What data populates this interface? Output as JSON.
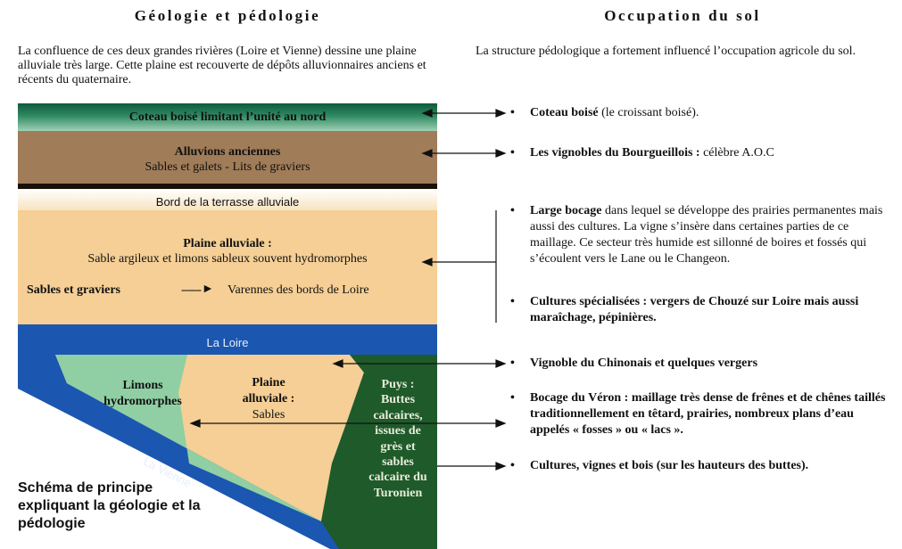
{
  "left": {
    "title": "Géologie et pédologie",
    "intro": "La confluence de ces deux grandes rivières (Loire et Vienne) dessine une plaine alluviale très large. Cette plaine est recouverte de dépôts alluvionnaires anciens et récents du quaternaire."
  },
  "right": {
    "title": "Occupation du sol",
    "intro": "La structure pédologique a fortement influencé l’occupation agricole du sol."
  },
  "bands": {
    "coteau": "Coteau boisé limitant l’unité au nord",
    "alluvions_title": "Alluvions anciennes",
    "alluvions_sub": "Sables et galets - Lits de graviers",
    "bord": "Bord de la terrasse alluviale",
    "plaine_title": "Plaine alluviale :",
    "plaine_sub": "Sable argileux et limons sableux souvent hydromorphes",
    "sables": "Sables et graviers",
    "arrow_small": "------",
    "varennes": "Varennes des bords de Loire",
    "loire": "La Loire",
    "limons": "Limons hydromorphes",
    "plaine2_title": "Plaine alluviale :",
    "plaine2_sub": "Sables",
    "puys_lines": [
      "Puys :",
      "Buttes",
      "calcaires,",
      "issues de",
      "grès et",
      "sables",
      "calcaire du",
      "Turonien"
    ],
    "vienne": "La Vienne"
  },
  "caption": "Schéma de principe expliquant la géologie et la pédologie",
  "bullets": [
    {
      "bold": "Coteau boisé",
      "rest": " (le croissant boisé)."
    },
    {
      "bold": "Les vignobles du Bourgueillois :",
      "rest": " célèbre A.O.C"
    },
    {
      "bold": "Large bocage",
      "rest": " dans lequel se développe des prairies permanentes mais aussi des cultures. La vigne s’insère dans certaines parties de ce maillage. Ce secteur très humide est sillonné de boires et fossés qui s’écoulent vers le Lane ou le Changeon."
    },
    {
      "bold": "Cultures spécialisées : vergers de Chouzé sur Loire mais aussi maraîchage, pépinières.",
      "rest": ""
    },
    {
      "bold": "Vignoble du Chinonais et quelques vergers",
      "rest": ""
    },
    {
      "bold": "Bocage du Véron : maillage très dense de frênes et de chênes taillés traditionnellement en têtard, prairies, nombreux plans d’eau appelés « fosses » ou « lacs ».",
      "rest": ""
    },
    {
      "bold": "Cultures, vignes et bois (sur les hauteurs des buttes).",
      "rest": ""
    }
  ],
  "bullet_symbol": "•",
  "colors": {
    "coteau_green": "#2f8a62",
    "alluvions_brown": "#a07c58",
    "plaine_tan": "#f5cf95",
    "loire_blue": "#1b57b0",
    "limons_green": "#8fcfa3",
    "puys_darkgreen": "#1e5a2a"
  }
}
